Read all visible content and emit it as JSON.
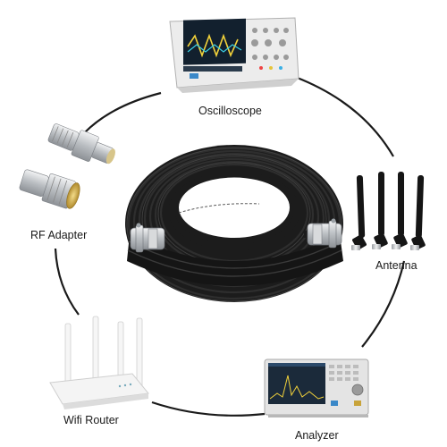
{
  "labels": {
    "oscilloscope": "Oscilloscope",
    "rf_adapter": "RF Adapter",
    "antenna": "Antenna",
    "wifi_router": "Wifi Router",
    "analyzer": "Analyzer"
  },
  "colors": {
    "ring": "#1a1a1a",
    "cable": "#1c1c1c",
    "connector": "#bfc3c7",
    "device_body": "#e6e6e6",
    "screen": "#1b2a3a",
    "router": "#f4f4f4"
  }
}
